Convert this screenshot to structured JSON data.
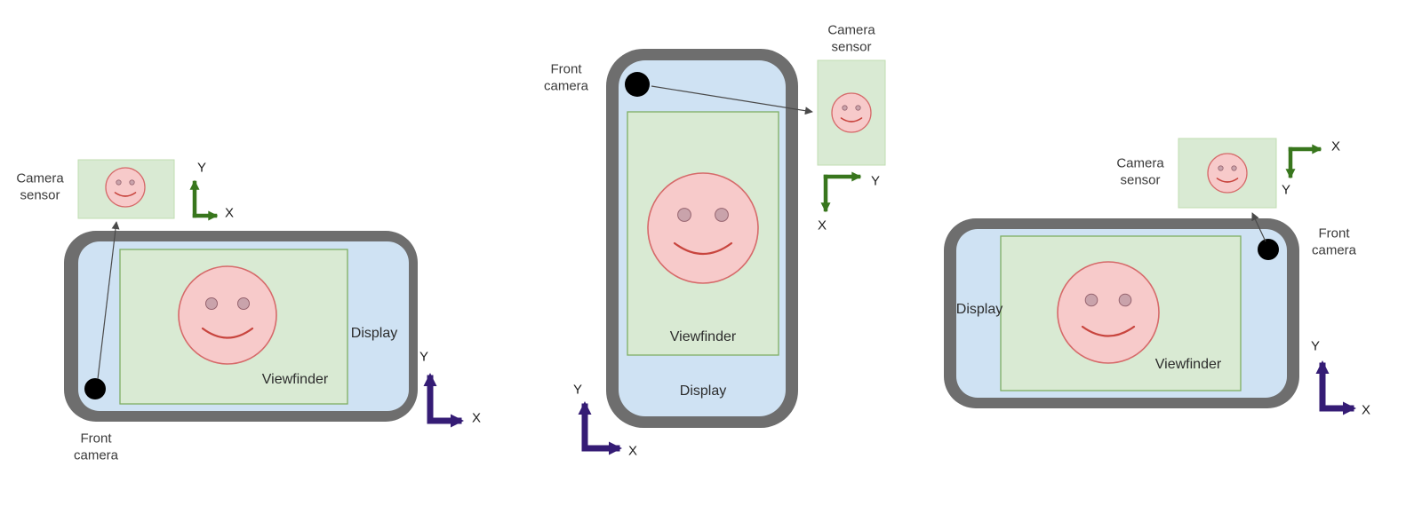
{
  "figure": {
    "description": "Camera sensor orientation versus device display orientation in three device rotations"
  },
  "colors": {
    "phone_body": "#6e6e6e",
    "display_fill": "#cfe2f3",
    "viewfinder_fill": "#d9ead3",
    "viewfinder_border": "#7fae63",
    "sensor_box_fill": "#d9ead3",
    "face_fill": "#f7caca",
    "face_border": "#d66a6a",
    "sensor_axis_color": "#38761d",
    "device_axis_color": "#351c75",
    "camera_dot": "#000000"
  },
  "diagrams": [
    {
      "name": "landscape-camera-bottom-left",
      "camera_sensor_label": "Camera\nsensor",
      "front_camera_label": "Front\ncamera",
      "display_label": "Display",
      "viewfinder_label": "Viewfinder",
      "sensor_axis_x": "X",
      "sensor_axis_y": "Y",
      "device_axis_x": "X",
      "device_axis_y": "Y"
    },
    {
      "name": "portrait-camera-top-left",
      "camera_sensor_label": "Camera\nsensor",
      "front_camera_label": "Front\ncamera",
      "display_label": "Display",
      "viewfinder_label": "Viewfinder",
      "sensor_axis_x": "X",
      "sensor_axis_y": "Y",
      "device_axis_x": "X",
      "device_axis_y": "Y"
    },
    {
      "name": "landscape-camera-top-right",
      "camera_sensor_label": "Camera\nsensor",
      "front_camera_label": "Front\ncamera",
      "display_label": "Display",
      "viewfinder_label": "Viewfinder",
      "sensor_axis_x": "X",
      "sensor_axis_y": "Y",
      "device_axis_x": "X",
      "device_axis_y": "Y"
    }
  ]
}
